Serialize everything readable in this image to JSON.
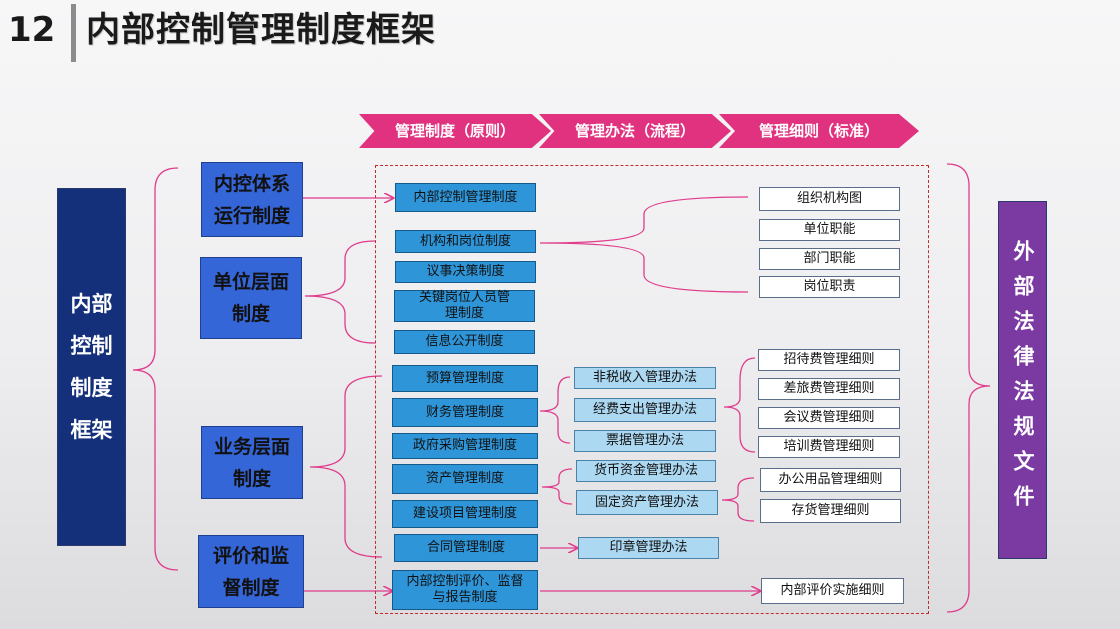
{
  "slide": {
    "number": "12",
    "title": "内部控制管理制度框架"
  },
  "stages": [
    "管理制度（原则）",
    "管理办法（流程）",
    "管理细则（标准）"
  ],
  "left_column": [
    "内部",
    "控制",
    "制度",
    "框架"
  ],
  "right_column": "外部法律法规文件",
  "categories": [
    {
      "line1": "内控体系",
      "line2": "运行制度"
    },
    {
      "line1": "单位层面",
      "line2": "制度"
    },
    {
      "line1": "业务层面",
      "line2": "制度"
    },
    {
      "line1": "评价和监",
      "line2": "督制度"
    }
  ],
  "systems": [
    "内部控制管理制度",
    "机构和岗位制度",
    "议事决策制度",
    "关键岗位人员管理制度",
    "信息公开制度",
    "预算管理制度",
    "财务管理制度",
    "政府采购管理制度",
    "资产管理制度",
    "建设项目管理制度",
    "合同管理制度",
    "内部控制评价、监督与报告制度"
  ],
  "measures": [
    "非税收入管理办法",
    "经费支出管理办法",
    "票据管理办法",
    "货币资金管理办法",
    "固定资产管理办法",
    "印章管理办法"
  ],
  "rules": [
    "组织机构图",
    "单位职能",
    "部门职能",
    "岗位职责",
    "招待费管理细则",
    "差旅费管理细则",
    "会议费管理细则",
    "培训费管理细则",
    "办公用品管理细则",
    "存货管理细则",
    "内部评价实施细则"
  ],
  "colors": {
    "stage_chevron": "#e0327e",
    "left_column": "#14307a",
    "right_column": "#7a3aa2",
    "category": "#3566d8",
    "system_box": "#2e95d8",
    "measure_box": "#add8f2",
    "rule_box": "#ffffff",
    "connector": "#e03c8c",
    "frame": "#c42a2a"
  }
}
